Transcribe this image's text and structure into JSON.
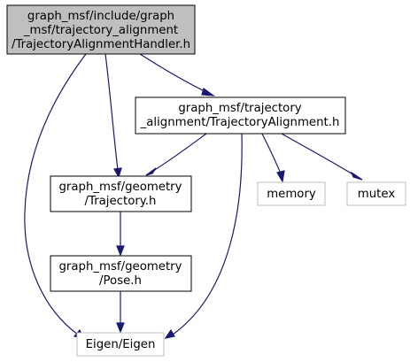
{
  "diagram": {
    "colors": {
      "root_fill": "#bfbfbf",
      "node_fill": "#ffffff",
      "node_border": "#000000",
      "external_border": "#bfbfbf",
      "edge": "#191970"
    },
    "nodes": {
      "root": {
        "lines": [
          "graph_msf/include/graph",
          "_msf/trajectory_alignment",
          "/TrajectoryAlignmentHandler.h"
        ]
      },
      "alignment": {
        "lines": [
          "graph_msf/trajectory",
          "_alignment/TrajectoryAlignment.h"
        ]
      },
      "trajectory": {
        "lines": [
          "graph_msf/geometry",
          "/Trajectory.h"
        ]
      },
      "memory": {
        "lines": [
          "memory"
        ]
      },
      "mutex": {
        "lines": [
          "mutex"
        ]
      },
      "pose": {
        "lines": [
          "graph_msf/geometry",
          "/Pose.h"
        ]
      },
      "eigen": {
        "lines": [
          "Eigen/Eigen"
        ]
      }
    }
  }
}
